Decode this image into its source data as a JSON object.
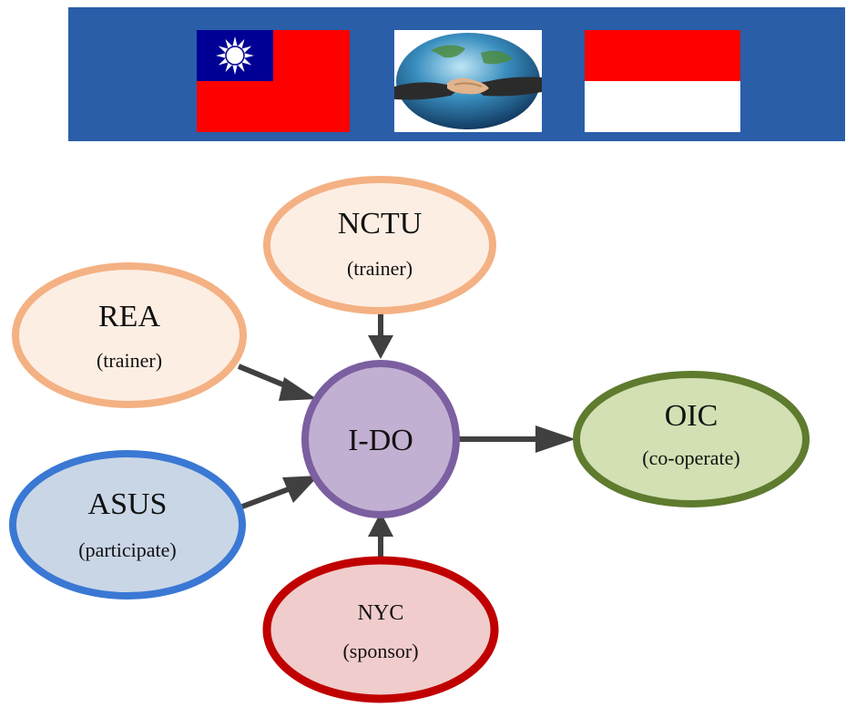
{
  "banner": {
    "items": [
      {
        "icon": "taiwan-flag-icon"
      },
      {
        "icon": "globe-handshake-icon"
      },
      {
        "icon": "indonesia-flag-icon"
      }
    ]
  },
  "diagram": {
    "center": {
      "title": "I-DO"
    },
    "nodes": [
      {
        "id": "nctu",
        "title": "NCTU",
        "subtitle": "(trainer)",
        "border": "#f4b183",
        "fill": "#fdeee3"
      },
      {
        "id": "rea",
        "title": "REA",
        "subtitle": "(trainer)",
        "border": "#f4b183",
        "fill": "#fdeee3"
      },
      {
        "id": "asus",
        "title": "ASUS",
        "subtitle": "(participate)",
        "border": "#3a78d4",
        "fill": "#c9d6e6"
      },
      {
        "id": "nyc",
        "title": "NYC",
        "subtitle": "(sponsor)",
        "border": "#c00000",
        "fill": "#f1cccc"
      },
      {
        "id": "oic",
        "title": "OIC",
        "subtitle": "(co-operate)",
        "border": "#5e7b2e",
        "fill": "#d2e0b3"
      }
    ],
    "center_style": {
      "border": "#7b5fa0",
      "fill": "#c2b0d2"
    },
    "arrow_color": "#404040"
  }
}
